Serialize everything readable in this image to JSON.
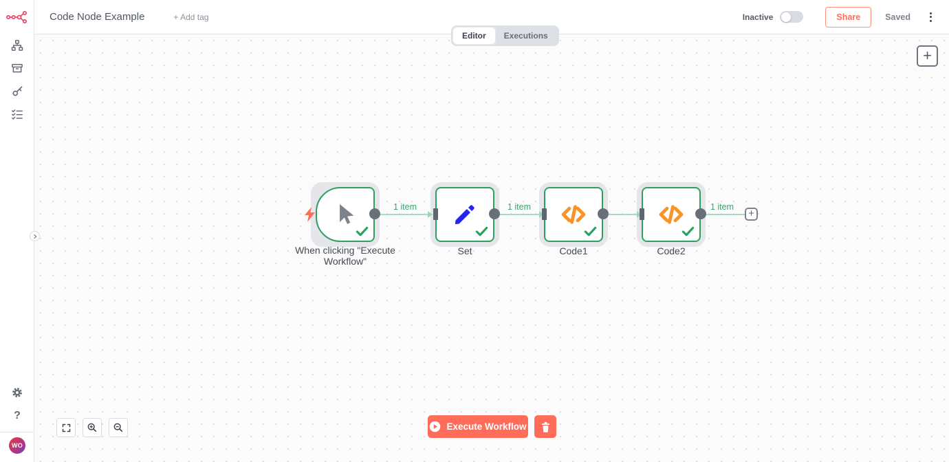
{
  "header": {
    "title": "Code Node Example",
    "add_tag_label": "+ Add tag",
    "tabs": {
      "editor": "Editor",
      "executions": "Executions"
    },
    "activation_label": "Inactive",
    "activation_state": "off",
    "share_label": "Share",
    "saved_label": "Saved"
  },
  "sidebar": {
    "items": [
      {
        "icon": "workflows-icon"
      },
      {
        "icon": "templates-icon"
      },
      {
        "icon": "credentials-key-icon"
      },
      {
        "icon": "executions-list-icon"
      },
      {
        "icon": "settings-gear-icon"
      },
      {
        "icon": "help-icon",
        "glyph": "?"
      }
    ],
    "avatar_initials": "WO"
  },
  "canvas": {
    "nodes": [
      {
        "name": "When clicking \"Execute Workflow\"",
        "type": "manual-trigger",
        "icon": "cursor-icon",
        "status": "success"
      },
      {
        "name": "Set",
        "type": "set",
        "icon": "pencil-icon",
        "status": "success"
      },
      {
        "name": "Code1",
        "type": "code",
        "icon": "code-icon",
        "status": "success"
      },
      {
        "name": "Code2",
        "type": "code",
        "icon": "code-icon",
        "status": "success"
      }
    ],
    "connections": [
      {
        "from": "When clicking \"Execute Workflow\"",
        "to": "Set",
        "label": "1 item"
      },
      {
        "from": "Set",
        "to": "Code1",
        "label": "1 item"
      },
      {
        "from": "Code1",
        "to": "Code2",
        "label": ""
      },
      {
        "from": "Code2",
        "to": "add-node-endpoint",
        "label": "1 item"
      }
    ],
    "execute_button_label": "Execute Workflow",
    "plus_glyph": "+"
  },
  "colors": {
    "brand_pink": "#ea4b71",
    "primary_red": "#ff6d5a",
    "success_green": "#2da05f",
    "wire_green": "#a8dcc2",
    "code_orange": "#f79328",
    "set_blue": "#2525ef"
  }
}
